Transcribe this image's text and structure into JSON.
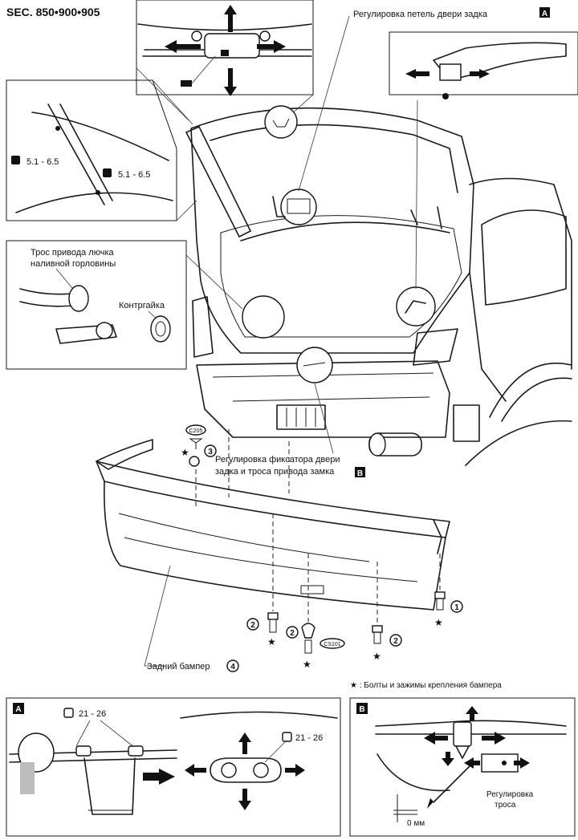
{
  "header": {
    "section": "SEC. 850•900•905"
  },
  "labels": {
    "hinge_adjust": "Регулировка петель двери задка",
    "hinge_adjust_ref": "A",
    "torque_left_1": "5.1 - 6.5",
    "torque_left_2": "5.1 - 6.5",
    "fuel_cable_line1": "Трос привода лючка",
    "fuel_cable_line2": "наливной горловины",
    "locknut": "Контргайка",
    "clip_code": "C205",
    "clip_num": "3",
    "latch_adjust_line1": "Регулировка фиксатора двери",
    "latch_adjust_line2": "задка и троса привода замка",
    "latch_adjust_ref": "B",
    "num_1": "1",
    "num_2a": "2",
    "num_2b": "2",
    "num_2c": "2",
    "clip_code_2": "CS101",
    "rear_bumper": "Задний бампер",
    "rear_bumper_num": "4",
    "legend_star": "★ : Болты и зажимы крепления бампера"
  },
  "panel_a": {
    "tag": "A",
    "torque_1": "21 - 26",
    "torque_2": "21 - 26"
  },
  "panel_b": {
    "tag": "B",
    "cable_adjust_line1": "Регулировка",
    "cable_adjust_line2": "троса",
    "gap": "0 мм"
  },
  "icons": [
    "torque-wrench-icon",
    "star-icon",
    "arrow-icon"
  ]
}
